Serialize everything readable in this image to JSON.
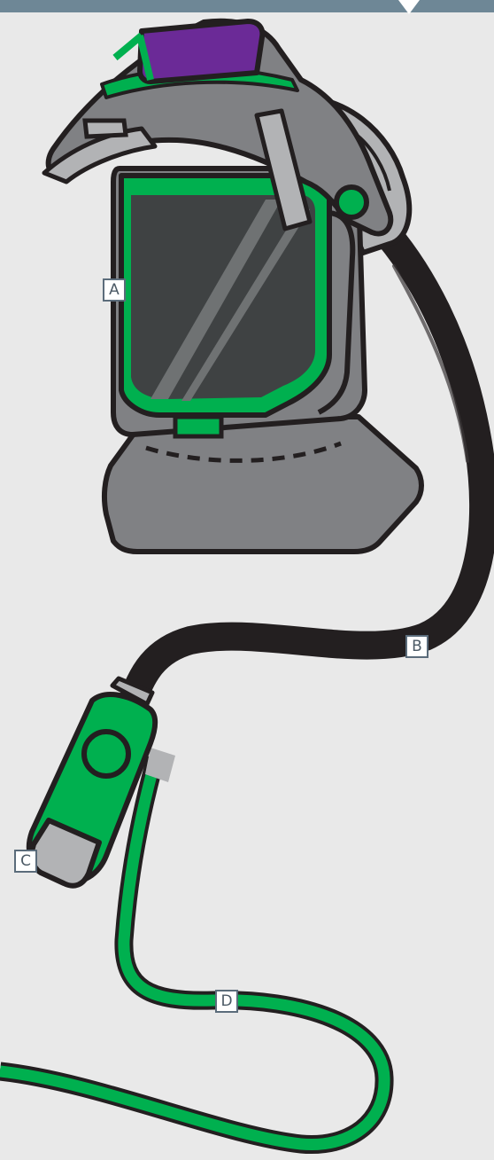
{
  "callouts": {
    "a": "A",
    "b": "B",
    "c": "C",
    "d": "D"
  },
  "colors": {
    "background": "#e9e9e9",
    "top_band": "#6e8796",
    "helmet_gray": "#808184",
    "helmet_light": "#b2b3b5",
    "visor_dark": "#3f4243",
    "accent_green": "#00b04f",
    "lens_purple": "#6b2a97",
    "hose_black": "#231f20",
    "outline": "#231f20",
    "callout_border": "#5b6c7b"
  },
  "icons": [
    "welding-helmet-icon",
    "breathing-hose-icon",
    "air-connector-icon",
    "supply-hose-icon"
  ]
}
